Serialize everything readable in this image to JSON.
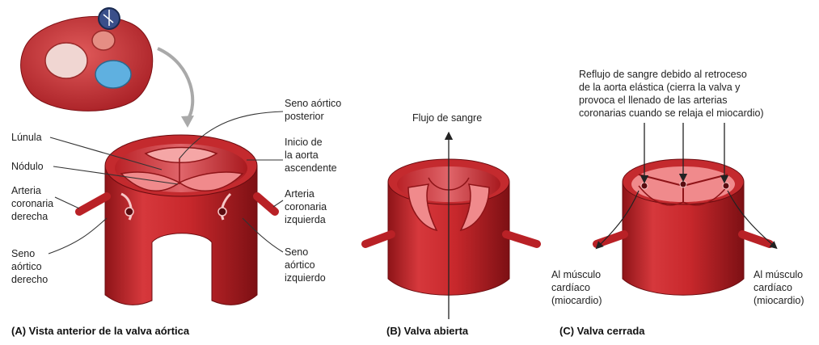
{
  "panel_a": {
    "caption": "(A) Vista anterior de la valva aórtica",
    "labels": {
      "seno_posterior": [
        "Seno aórtico",
        "posterior"
      ],
      "lunula": "Lúnula",
      "inicio_aorta": [
        "Inicio de",
        "la aorta",
        "ascendente"
      ],
      "nodulo": "Nódulo",
      "arteria_derecha": [
        "Arteria",
        "coronaria",
        "derecha"
      ],
      "arteria_izquierda": [
        "Arteria",
        "coronaria",
        "izquierda"
      ],
      "seno_derecho": [
        "Seno",
        "aórtico",
        "derecho"
      ],
      "seno_izquierdo": [
        "Seno",
        "aórtico",
        "izquierdo"
      ]
    }
  },
  "panel_b": {
    "caption": "(B) Valva abierta",
    "flow_label": "Flujo de sangre"
  },
  "panel_c": {
    "caption": "(C) Valva cerrada",
    "reflux_label": [
      "Reflujo de sangre debido al retroceso",
      "de la aorta elástica (cierra la valva y",
      "provoca el llenado de las arterias",
      "coronarias cuando se relaja el miocardio)"
    ],
    "to_muscle_left": [
      "Al músculo",
      "cardíaco",
      "(miocardio)"
    ],
    "to_muscle_right": [
      "Al músculo",
      "cardíaco",
      "(miocardio)"
    ]
  },
  "colors": {
    "muscle": "#c8282c",
    "muscle_dark": "#8e1418",
    "muscle_light": "#e0656a",
    "valve_cusp": "#f08a8c",
    "pulmonary": "#5fb0e0",
    "lead_line": "#333333"
  }
}
